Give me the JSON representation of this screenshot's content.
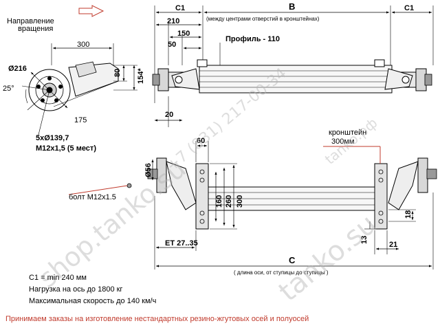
{
  "rotation_label_1": "Направление",
  "rotation_label_2": "вращения",
  "hub": {
    "dim_300": "300",
    "dim_216": "Ø216",
    "angle_25": "25°",
    "dim_80": "80",
    "dim_154": "154*",
    "dim_175": "175",
    "bolt_pattern": "5xØ139,7",
    "thread": "М12x1,5 (5 мест)"
  },
  "top_view": {
    "c1_left": "C1",
    "b_label": "B",
    "b_note": "(между центрами отверстий в кронштейнах)",
    "c1_right": "C1",
    "dim_210": "210",
    "dim_150": "150",
    "dim_50": "50",
    "profile": "Профиль - 110",
    "dim_20": "20"
  },
  "front_view": {
    "dim_60": "60",
    "dim_56": "Ø56",
    "dim_160": "160",
    "dim_260": "260",
    "dim_300": "300",
    "bolt_note": "болт М12x1.5",
    "et": "ET 27..35",
    "bracket_note_1": "кронштейн",
    "bracket_note_2": "300мм",
    "dim_18": "18",
    "dim_13": "13",
    "dim_21": "21",
    "c_label": "C",
    "c_note": "( длина оси, от ступицы до ступицы )"
  },
  "notes": {
    "line1": "C1 = min 240 мм",
    "line2": "Нагрузка на ось до 1800 кг",
    "line3": "Максимальная скорость до 140 км/ч"
  },
  "footer": "Принимаем заказы на изготовление нестандартных резино-жгутовых осей и полуосей",
  "watermarks": {
    "w1": "shop.tanko.su",
    "w2": "tanko.su",
    "w3": "+7 (831) 217-00-34",
    "w4": "tanko.рф"
  },
  "colors": {
    "accent_red": "#c0392b",
    "watermark": "#b4b4b4"
  }
}
